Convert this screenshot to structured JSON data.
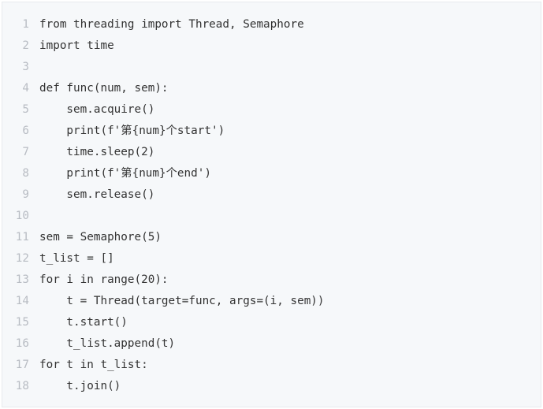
{
  "code": {
    "lines": [
      {
        "number": "1",
        "text": "from threading import Thread, Semaphore"
      },
      {
        "number": "2",
        "text": "import time"
      },
      {
        "number": "3",
        "text": ""
      },
      {
        "number": "4",
        "text": "def func(num, sem):"
      },
      {
        "number": "5",
        "text": "    sem.acquire()"
      },
      {
        "number": "6",
        "text": "    print(f'第{num}个start')"
      },
      {
        "number": "7",
        "text": "    time.sleep(2)"
      },
      {
        "number": "8",
        "text": "    print(f'第{num}个end')"
      },
      {
        "number": "9",
        "text": "    sem.release()"
      },
      {
        "number": "10",
        "text": ""
      },
      {
        "number": "11",
        "text": "sem = Semaphore(5)"
      },
      {
        "number": "12",
        "text": "t_list = []"
      },
      {
        "number": "13",
        "text": "for i in range(20):"
      },
      {
        "number": "14",
        "text": "    t = Thread(target=func, args=(i, sem))"
      },
      {
        "number": "15",
        "text": "    t.start()"
      },
      {
        "number": "16",
        "text": "    t_list.append(t)"
      },
      {
        "number": "17",
        "text": "for t in t_list:"
      },
      {
        "number": "18",
        "text": "    t.join()"
      }
    ]
  },
  "colors": {
    "background": "#f6f8fa",
    "code_text": "#333333",
    "line_number": "#b8bcc3"
  }
}
